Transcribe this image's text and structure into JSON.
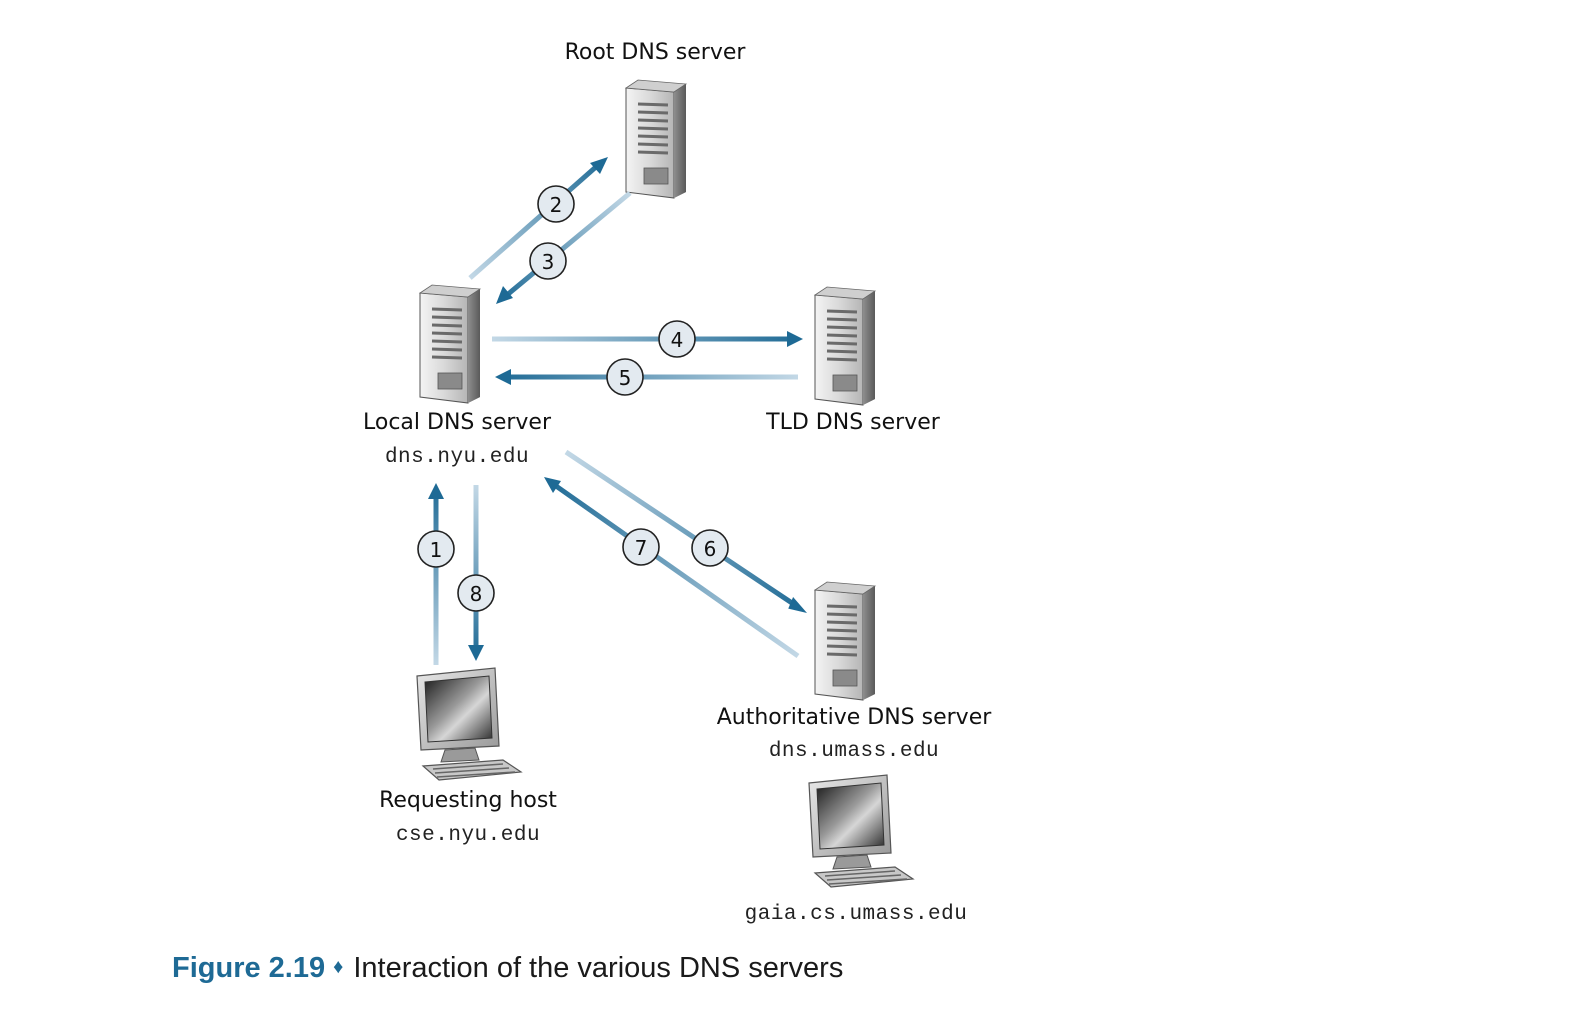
{
  "nodes": {
    "root": {
      "label": "Root DNS server"
    },
    "local": {
      "label": "Local DNS server",
      "host": "dns.nyu.edu"
    },
    "tld": {
      "label": "TLD DNS server"
    },
    "auth": {
      "label": "Authoritative DNS server",
      "host": "dns.umass.edu"
    },
    "requesting": {
      "label": "Requesting host",
      "host": "cse.nyu.edu"
    },
    "target": {
      "host": "gaia.cs.umass.edu"
    }
  },
  "steps": [
    "1",
    "2",
    "3",
    "4",
    "5",
    "6",
    "7",
    "8"
  ],
  "caption": {
    "figure": "Figure 2.19",
    "separator": "♦",
    "text": "Interaction of the various DNS servers"
  },
  "colors": {
    "arrow_dark": "#1e6a95",
    "arrow_light": "#b9d3e3",
    "badge_fill": "#e3eaf0"
  }
}
